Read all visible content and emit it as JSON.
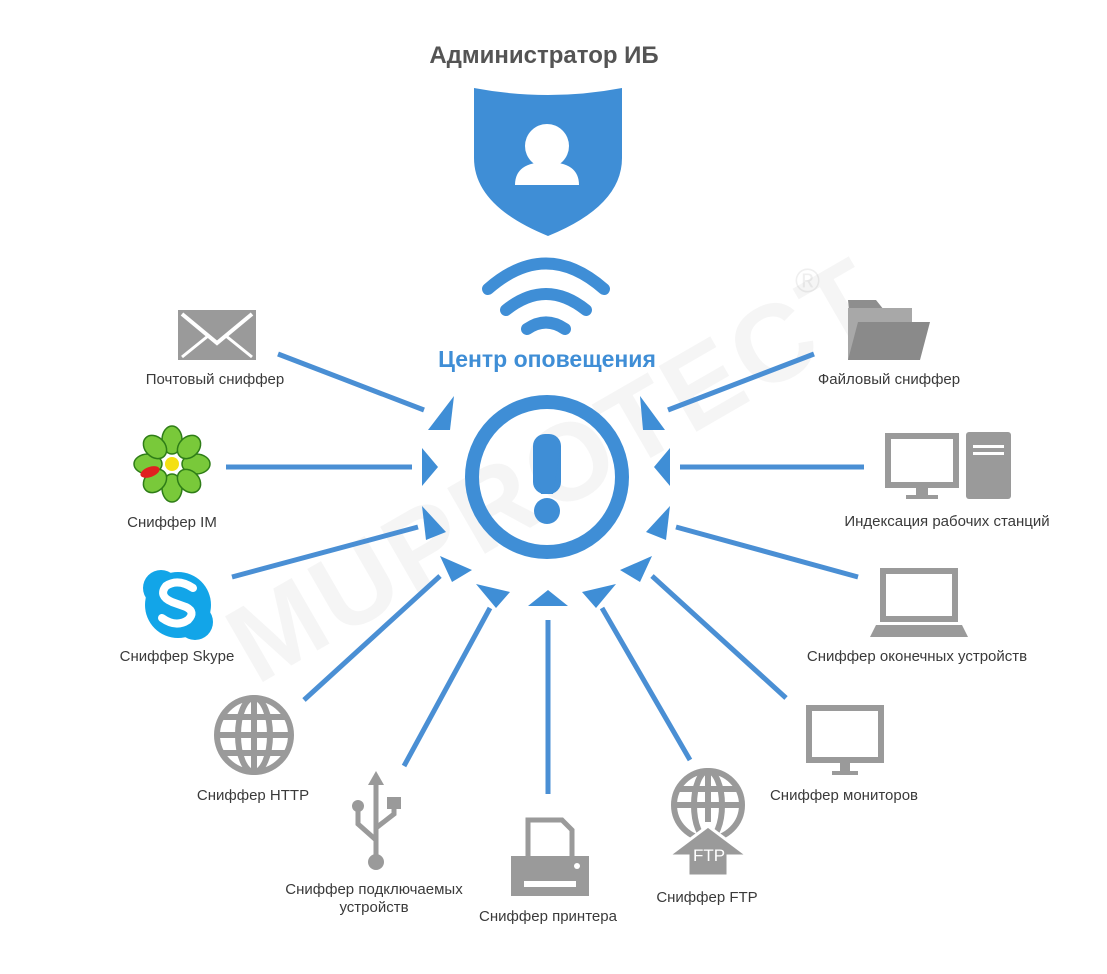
{
  "title": "Администратор ИБ",
  "center_label": "Центр оповещения",
  "watermark": "MUPROTECT",
  "watermark_mark": "®",
  "colors": {
    "accent": "#3f8ed6",
    "line": "#4a8fd4",
    "icon_gray": "#9a9a9a",
    "text": "#3a3a3a"
  },
  "nodes": [
    {
      "id": "mail",
      "label": "Почтовый сниффер",
      "icon": "envelope-icon"
    },
    {
      "id": "im",
      "label": "Сниффер IM",
      "icon": "icq-flower-icon"
    },
    {
      "id": "skype",
      "label": "Сниффер Skype",
      "icon": "skype-icon"
    },
    {
      "id": "http",
      "label": "Сниффер HTTP",
      "icon": "globe-icon"
    },
    {
      "id": "usb",
      "label": "Сниффер подключаемых\nустройств",
      "icon": "usb-icon"
    },
    {
      "id": "printer",
      "label": "Сниффер принтера",
      "icon": "printer-icon"
    },
    {
      "id": "ftp",
      "label": "Сниффер FTP",
      "icon": "ftp-globe-icon",
      "badge": "FTP"
    },
    {
      "id": "monitor",
      "label": "Сниффер мониторов",
      "icon": "monitor-icon"
    },
    {
      "id": "endpoint",
      "label": "Сниффер оконечных устройств",
      "icon": "laptop-icon"
    },
    {
      "id": "workstation",
      "label": "Индексация рабочих станций",
      "icon": "workstation-icon"
    },
    {
      "id": "file",
      "label": "Файловый сниффер",
      "icon": "folder-icon"
    }
  ]
}
